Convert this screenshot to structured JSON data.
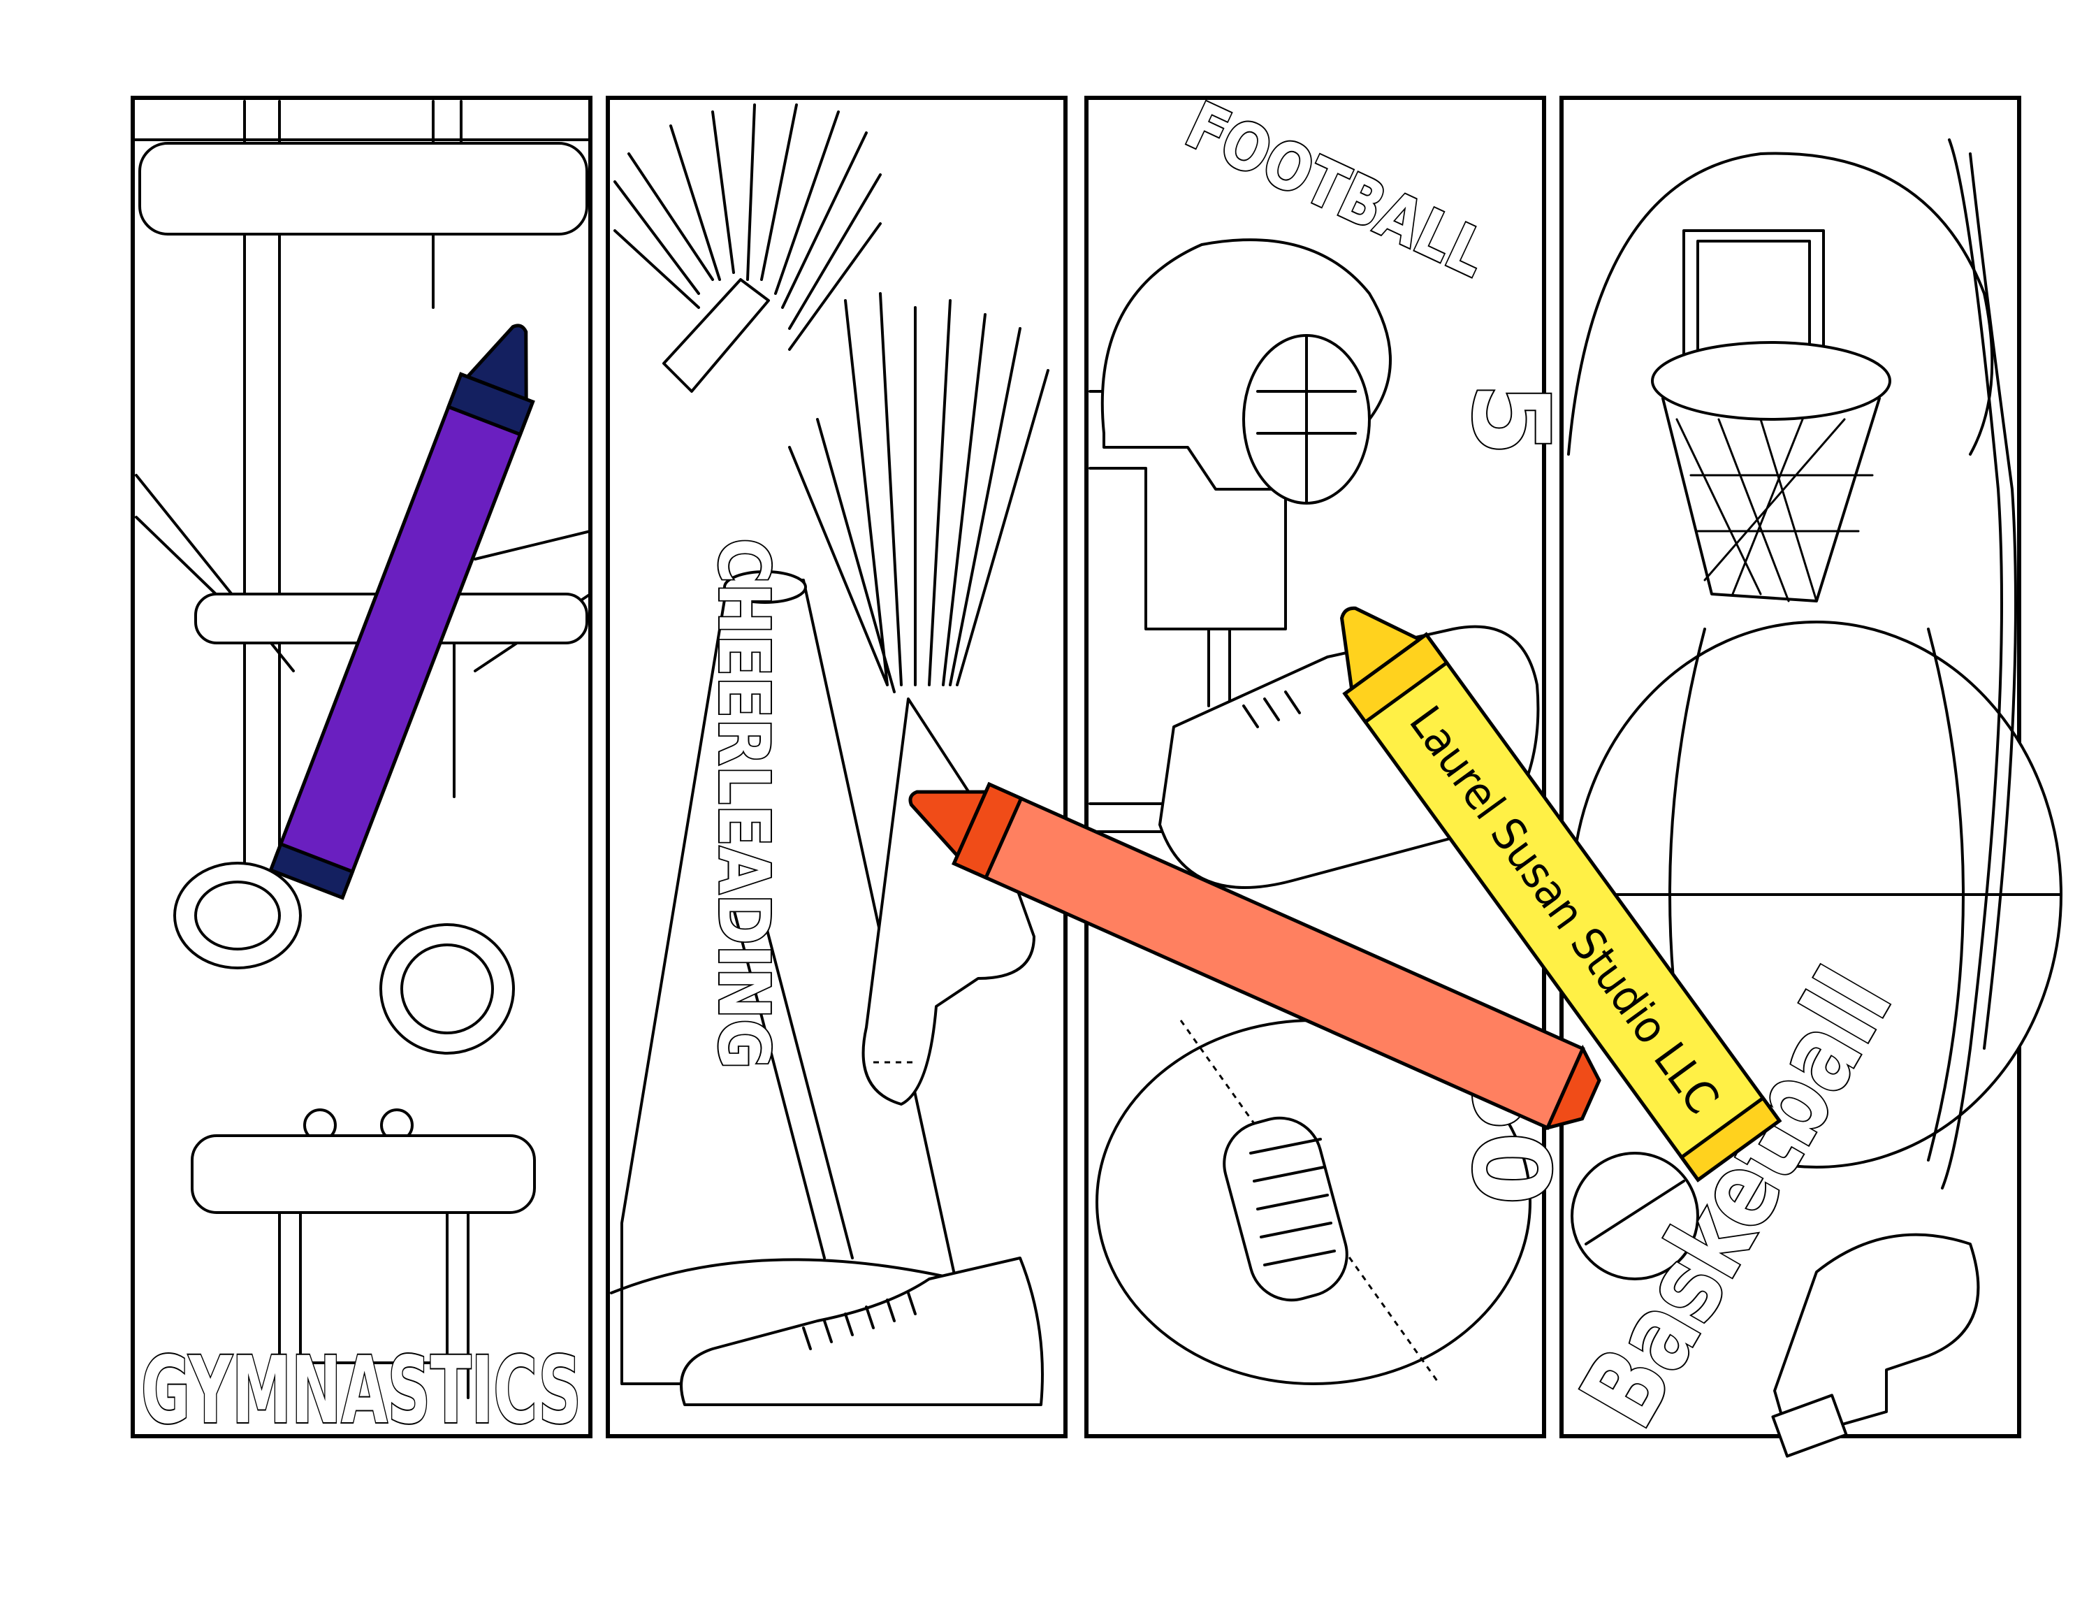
{
  "bookmarks": [
    {
      "label": "GYMNASTICS"
    },
    {
      "label": "CHEERLEADING"
    },
    {
      "label": "FOOTBALL",
      "numbers": [
        "5",
        "50"
      ]
    },
    {
      "label": "Basketball"
    }
  ],
  "crayons": [
    {
      "color": "purple",
      "body": "#6a1fc0",
      "tip": "#142060"
    },
    {
      "color": "orange",
      "body": "#ff8060",
      "tip": "#f04c18"
    },
    {
      "color": "yellow",
      "body": "#fff046",
      "tip": "#ffd21e",
      "text": "Laurel Susan Studio LLC"
    }
  ]
}
